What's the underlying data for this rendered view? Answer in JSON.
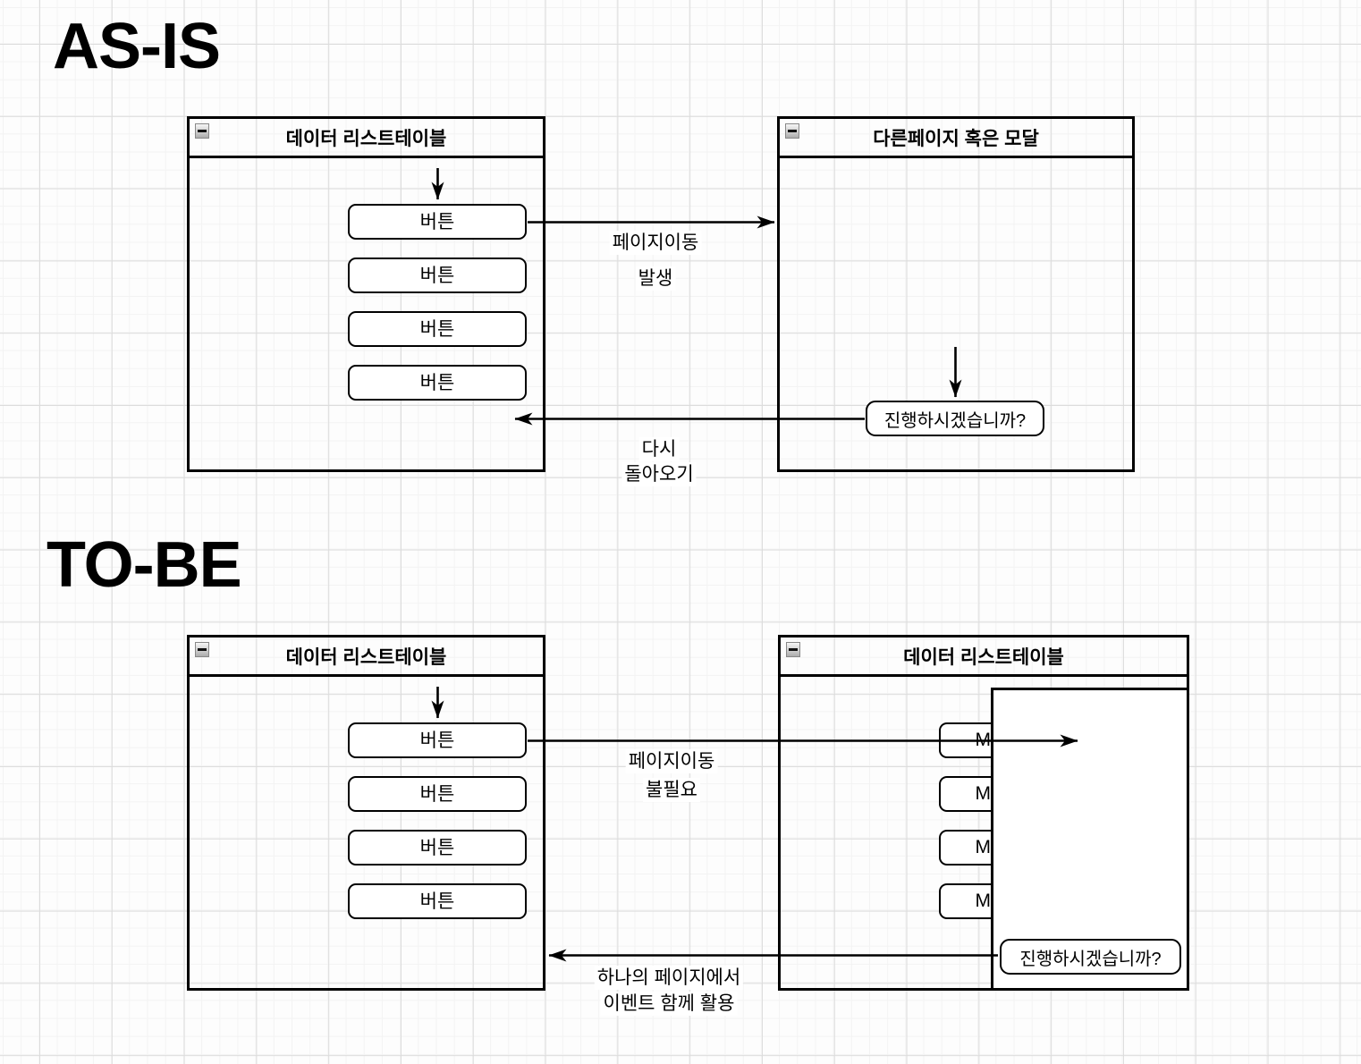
{
  "headings": {
    "as_is": "AS-IS",
    "to_be": "TO-BE"
  },
  "icons": {
    "window_collapse": "minus"
  },
  "colors": {
    "stroke": "#000000",
    "control_fill": "#ffffff",
    "grid_minor": "#f3f3f3",
    "grid_major": "#dcdcdc",
    "collapse_btn_fill": "#cfcfcf"
  },
  "as_is": {
    "source_window": {
      "title": "데이터 리스트테이블",
      "buttons": [
        "버튼",
        "버튼",
        "버튼",
        "버튼"
      ]
    },
    "target_window": {
      "title": "다른페이지 혹은 모달",
      "prompt": "진행하시겠습니까?"
    },
    "forward_label": {
      "line1": "페이지이동",
      "line2": "발생"
    },
    "return_label": {
      "line1": "다시",
      "line2": "돌아오기"
    }
  },
  "to_be": {
    "source_window": {
      "title": "데이터 리스트테이블",
      "buttons": [
        "버튼",
        "버튼",
        "버튼",
        "버튼"
      ]
    },
    "target_window": {
      "title": "데이터 리스트테이블",
      "clipped_buttons": [
        "M",
        "M",
        "M",
        "M"
      ],
      "modal": {
        "prompt": "진행하시겠습니까?"
      }
    },
    "forward_label": {
      "line1": "페이지이동",
      "line2": "불필요"
    },
    "return_label": {
      "line1": "하나의 페이지에서",
      "line2": "이벤트 함께 활용"
    }
  }
}
